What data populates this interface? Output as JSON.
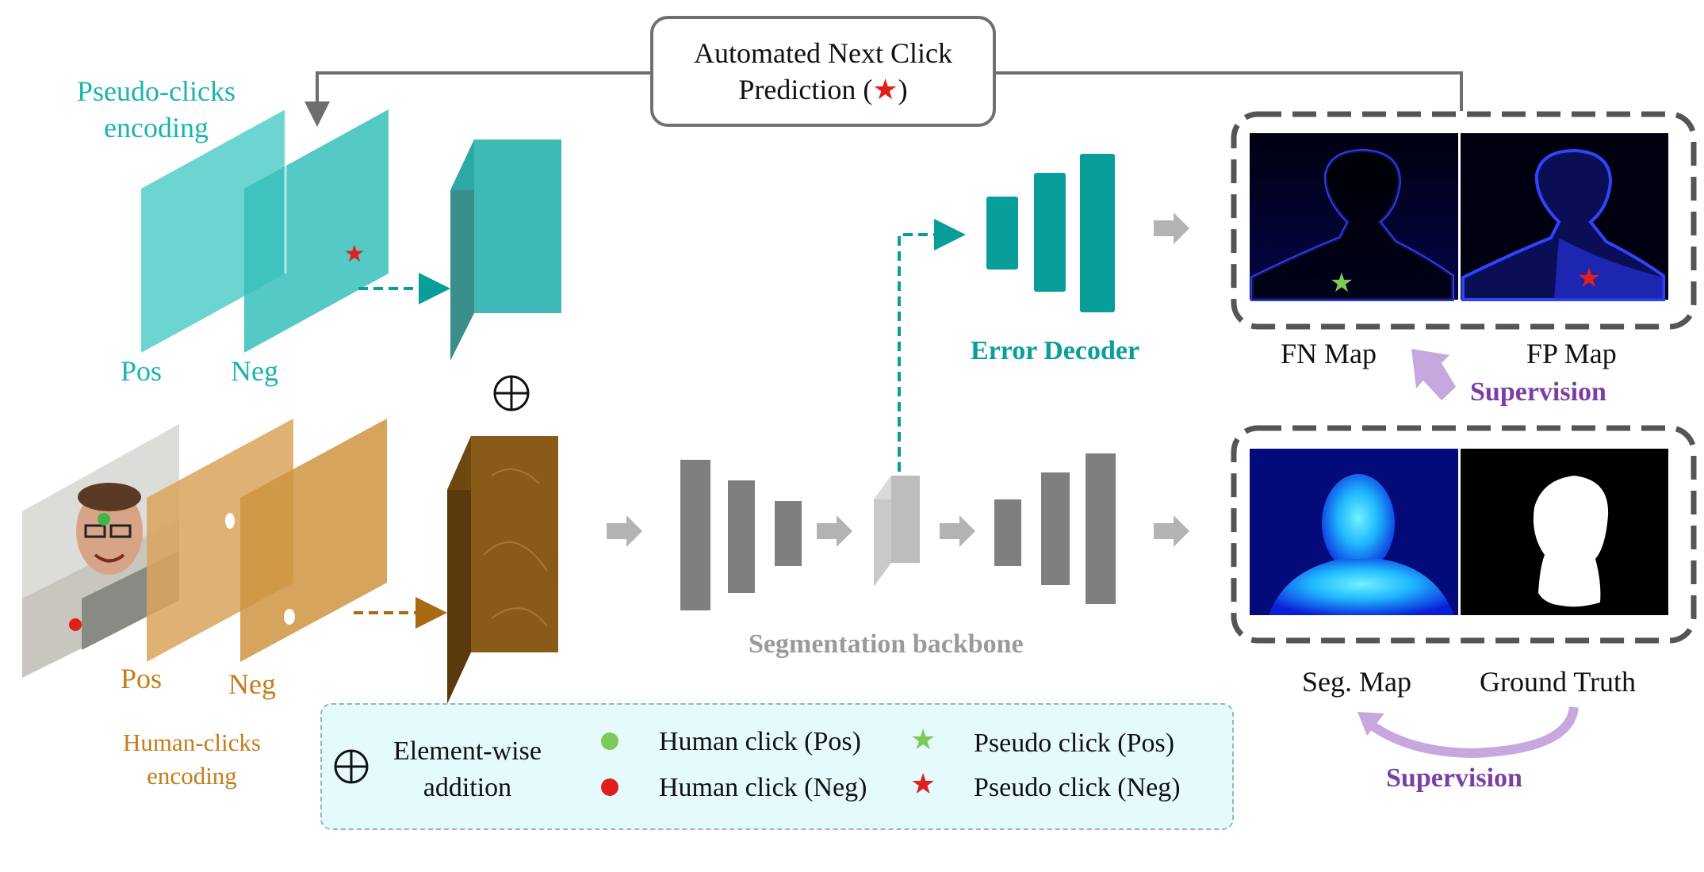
{
  "top_box": {
    "line1": "Automated Next Click",
    "line2_prefix": "Prediction (",
    "line2_suffix": ")"
  },
  "pseudo": {
    "title_line1": "Pseudo-clicks",
    "title_line2": "encoding",
    "pos_label": "Pos",
    "neg_label": "Neg"
  },
  "human": {
    "title_line1": "Human-clicks",
    "title_line2": "encoding",
    "pos_label": "Pos",
    "neg_label": "Neg"
  },
  "error_decoder_label": "Error Decoder",
  "backbone_label": "Segmentation backbone",
  "maps": {
    "fn_label": "FN Map",
    "fp_label": "FP Map",
    "seg_label": "Seg. Map",
    "gt_label": "Ground Truth",
    "supervision_top": "Supervision",
    "supervision_bottom": "Supervision"
  },
  "legend": {
    "addition_line1": "Element-wise",
    "addition_line2": "addition",
    "human_pos": "Human click (Pos)",
    "human_neg": "Human click (Neg)",
    "pseudo_pos": "Pseudo click (Pos)",
    "pseudo_neg": "Pseudo click (Neg)"
  },
  "colors": {
    "teal": "#1ab3b1",
    "teal_dark": "#0a9e9a",
    "brown": "#c27d18",
    "gray_block": "#7f7f7f",
    "supervision_purple": "#7a3fa5",
    "green_click": "#7dc95a",
    "red_click": "#e0201b"
  }
}
